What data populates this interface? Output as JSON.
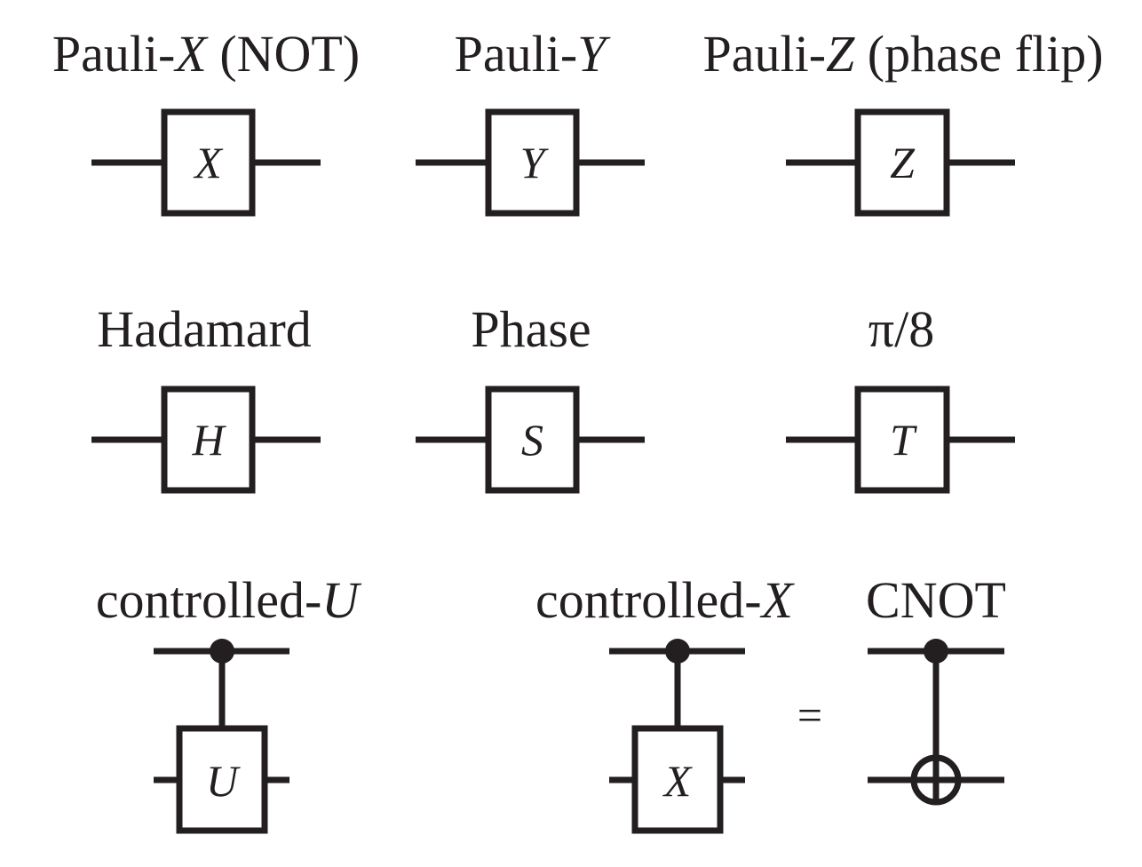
{
  "gates": {
    "pauli_x": {
      "title_prefix": "Pauli-",
      "title_var": "X",
      "title_suffix": " (NOT)",
      "symbol": "X"
    },
    "pauli_y": {
      "title_prefix": "Pauli-",
      "title_var": "Y",
      "title_suffix": "",
      "symbol": "Y"
    },
    "pauli_z": {
      "title_prefix": "Pauli-",
      "title_var": "Z",
      "title_suffix": " (phase flip)",
      "symbol": "Z"
    },
    "hadamard": {
      "title": "Hadamard",
      "symbol": "H"
    },
    "phase": {
      "title": "Phase",
      "symbol": "S"
    },
    "pi8": {
      "title": "π/8",
      "symbol": "T"
    },
    "controlled_u": {
      "title_prefix": "controlled-",
      "title_var": "U",
      "symbol": "U"
    },
    "controlled_x": {
      "title_prefix": "controlled-",
      "title_var": "X",
      "symbol": "X"
    },
    "cnot": {
      "title": "CNOT"
    }
  },
  "equals_sign": "=",
  "colors": {
    "ink": "#231f20",
    "background": "#ffffff"
  }
}
